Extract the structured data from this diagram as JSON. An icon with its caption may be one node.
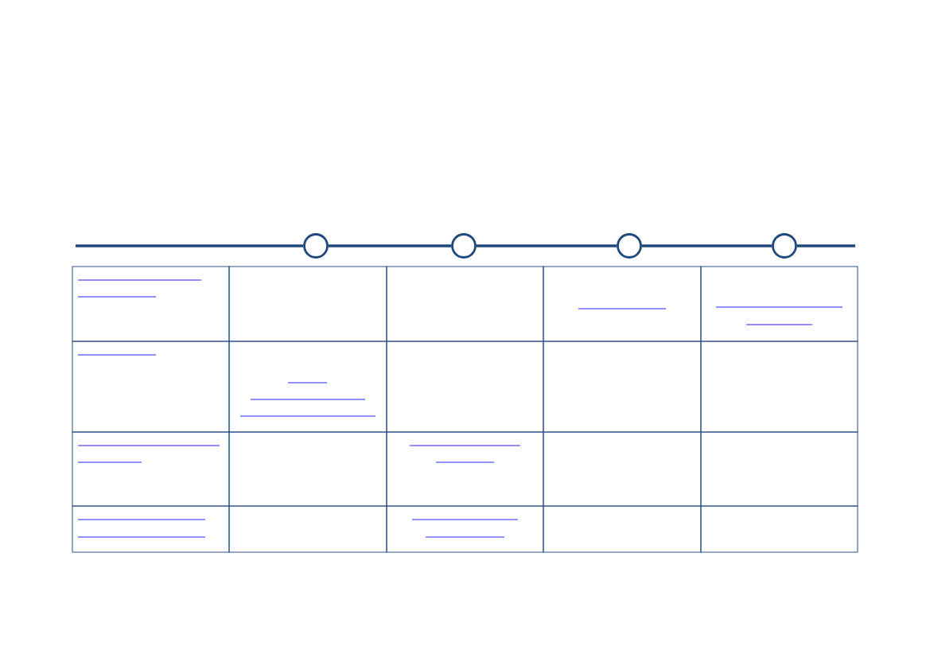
{
  "diagram": {
    "nodes": [
      {
        "text": [],
        "shape": "circle"
      },
      {
        "text": [],
        "shape": "circle"
      },
      {
        "text": [],
        "shape": "circle"
      },
      {
        "text": [],
        "shape": "circle"
      }
    ],
    "edges": [
      {
        "from": null,
        "to": 0,
        "arrow": "none"
      },
      {
        "from": 0,
        "to": 1,
        "arrow": "none"
      },
      {
        "from": 1,
        "to": 2,
        "arrow": "none"
      },
      {
        "from": 2,
        "to": 3,
        "arrow": "none"
      },
      {
        "from": 3,
        "to": null,
        "arrow": "none"
      }
    ]
  }
}
